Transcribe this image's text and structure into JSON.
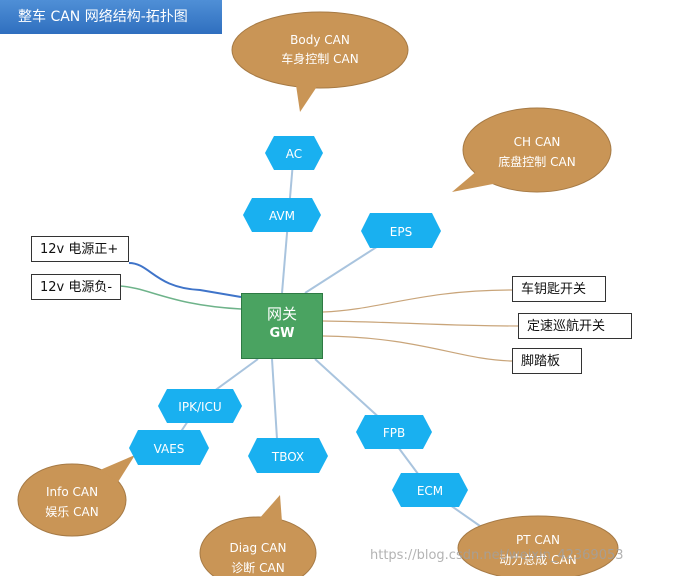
{
  "title": "整车 CAN 网络结构-拓扑图",
  "gateway": {
    "line1": "网关",
    "line2": "GW"
  },
  "bubbles": {
    "body": {
      "line1": "Body CAN",
      "line2": "车身控制 CAN"
    },
    "chassis": {
      "line1": "CH CAN",
      "line2": "底盘控制 CAN"
    },
    "info": {
      "line1": "Info CAN",
      "line2": "娱乐 CAN"
    },
    "diag": {
      "line1": "Diag CAN",
      "line2": "诊断 CAN"
    },
    "pt": {
      "line1": "PT CAN",
      "line2": "动力总成 CAN"
    }
  },
  "nodes": {
    "ac": "AC",
    "avm": "AVM",
    "eps": "EPS",
    "ipk": "IPK/ICU",
    "vaes": "VAES",
    "tbox": "TBOX",
    "fpb": "FPB",
    "ecm": "ECM"
  },
  "inputs": {
    "power_pos": "12v 电源正+",
    "power_neg": "12v 电源负-",
    "key_switch": "车钥匙开关",
    "cruise_switch": "定速巡航开关",
    "pedal": "脚踏板"
  },
  "watermark": "https://blog.csdn.net/weixin_42369053",
  "colors": {
    "bubble": "#c99556",
    "hexagon": "#19b0f0",
    "gateway": "#4aa361",
    "title_bar": "#2f6fbf"
  }
}
